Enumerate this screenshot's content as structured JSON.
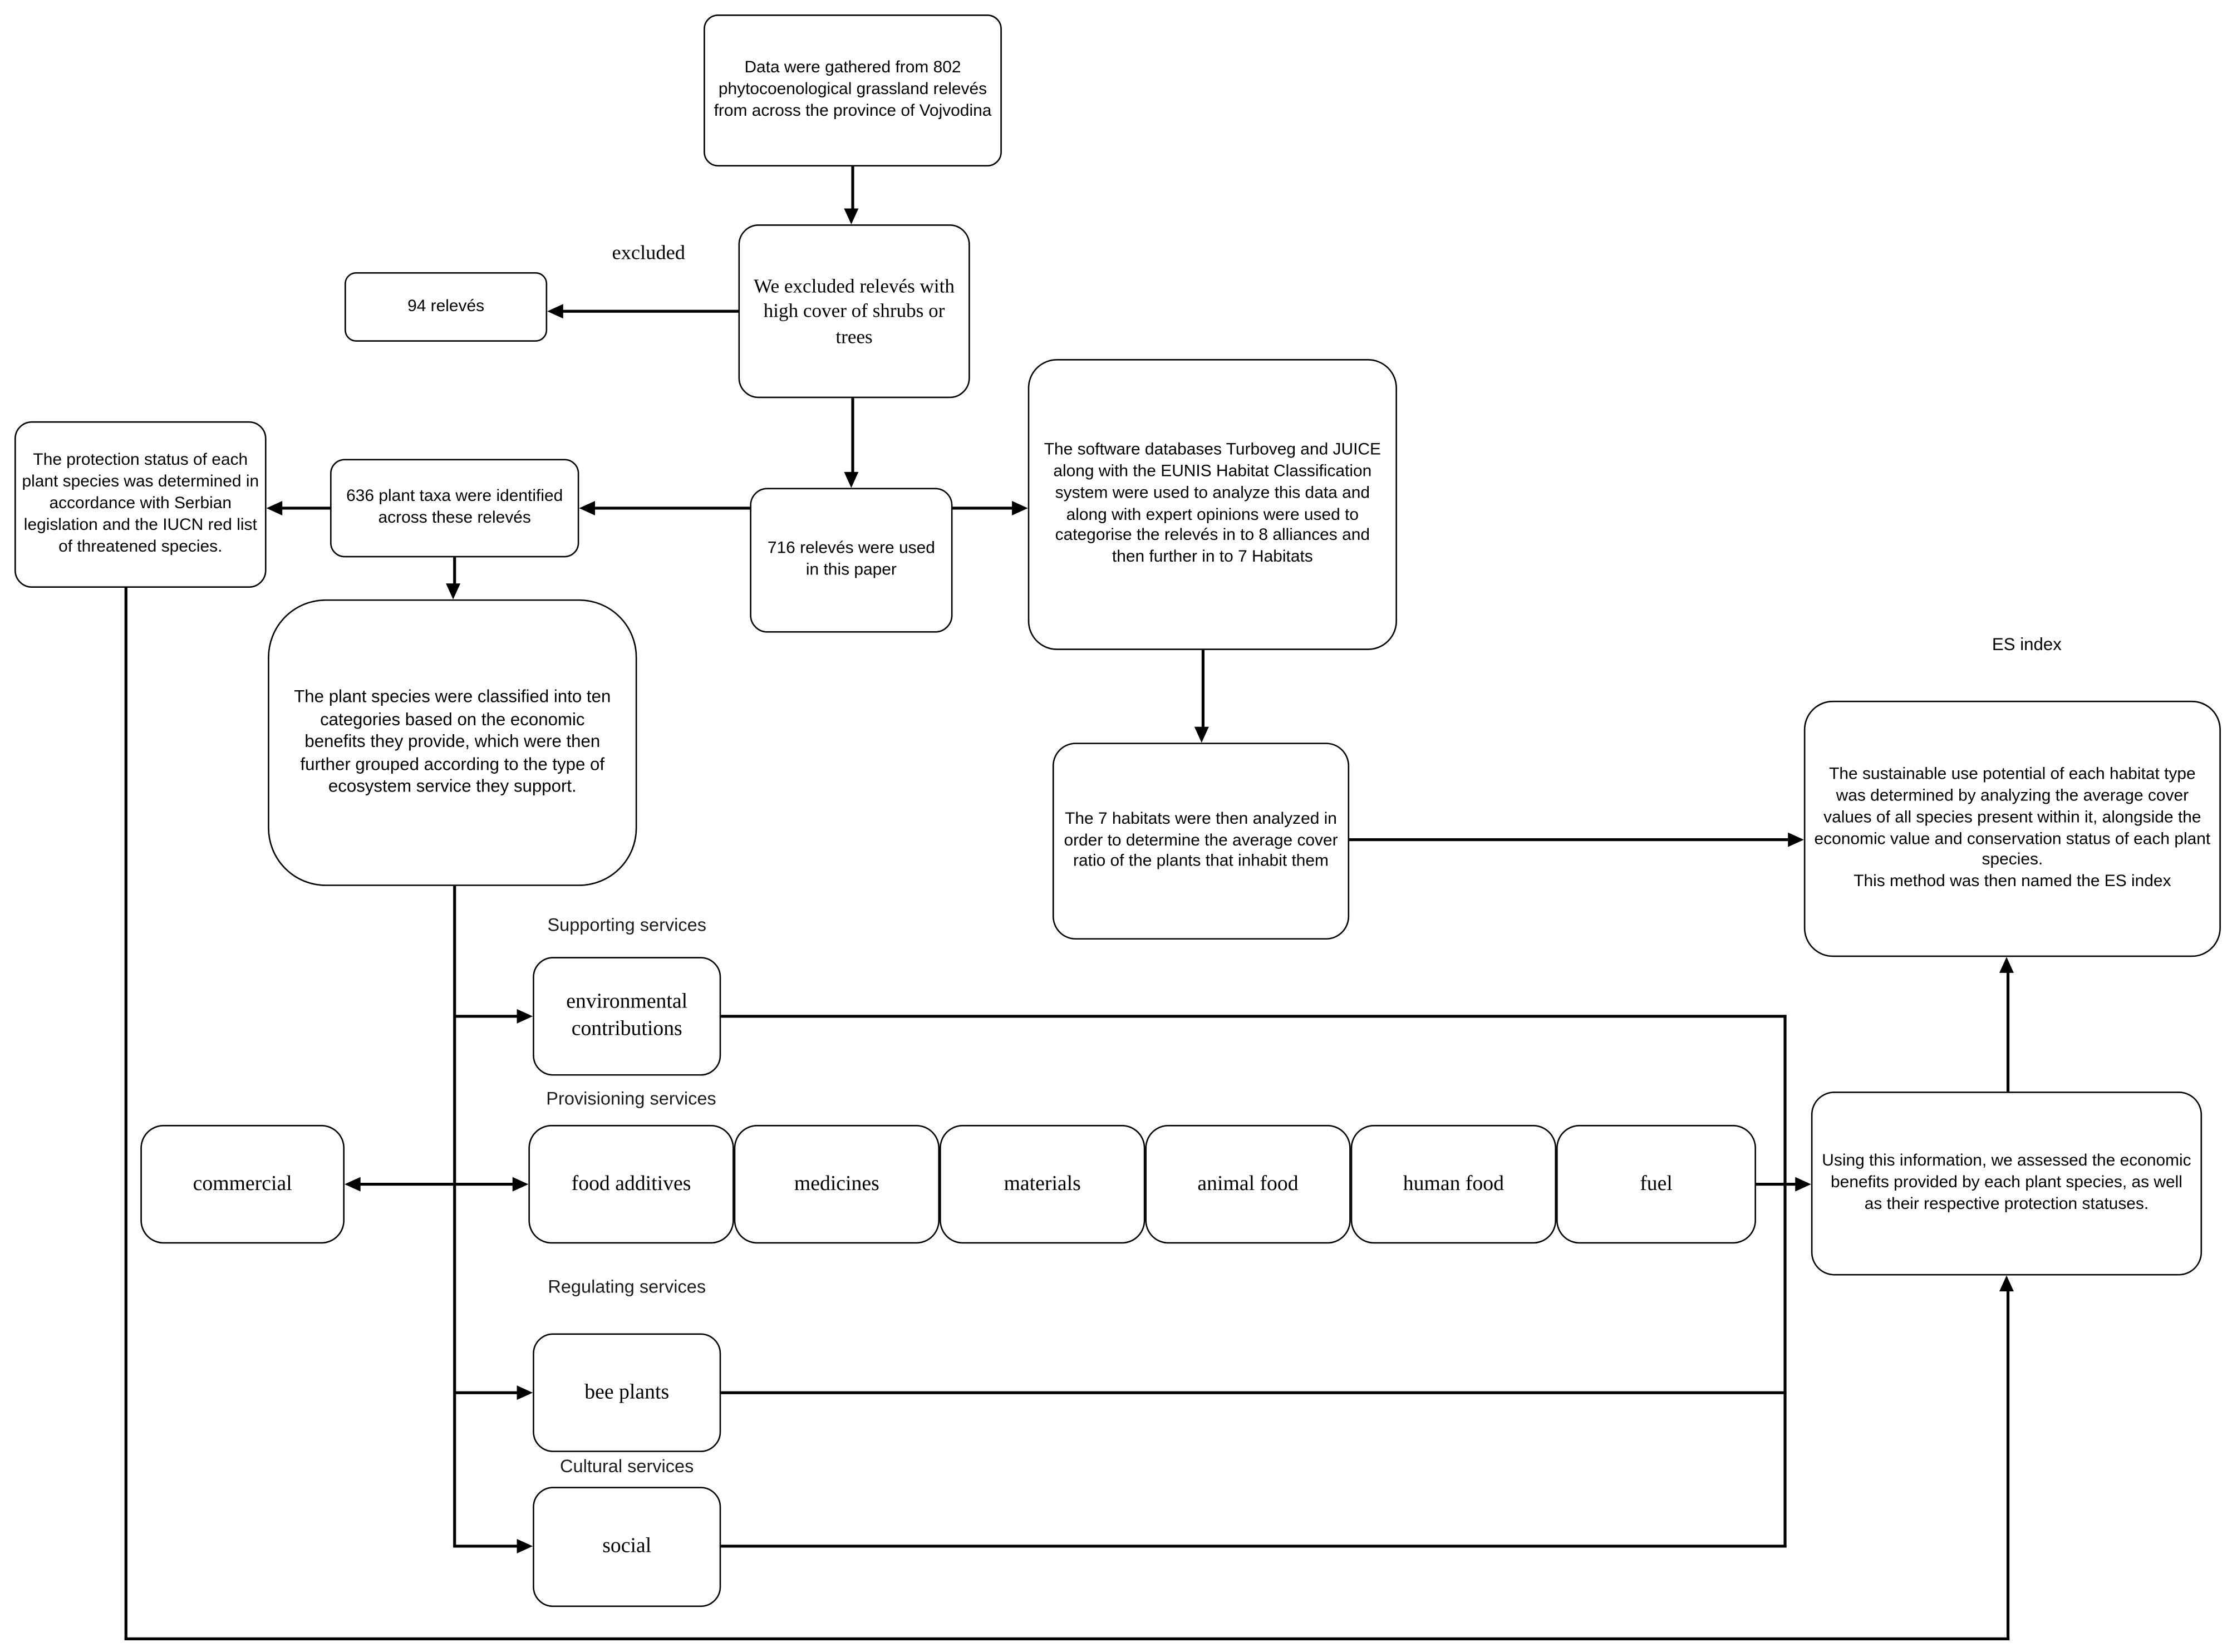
{
  "nodes": {
    "data_gathered": "Data were gathered from 802 phytocoenological grassland relevés from across the province of Vojvodina",
    "excluded_releves": "We excluded relevés with high cover of shrubs or trees",
    "releves_94": "94 relevés",
    "releves_716": "716 relevés  were used in this paper",
    "taxa_636": "636 plant taxa were identified across these relevés",
    "protection_status": "The protection status of each plant species was determined in accordance with Serbian legislation and the IUCN red list of threatened species.",
    "software_databases": "The software databases Turboveg and JUICE along with the EUNIS Habitat Classification system were used to analyze this data and along with expert opinions were used to categorise the relevés in to 8 alliances and then further in to 7 Habitats",
    "classification": "The plant species were classified into ten categories based on the economic benefits they provide, which were then further grouped according to the type of ecosystem service they support.",
    "habitats_7": "The 7 habitats were then analyzed in order to determine the average cover ratio of the plants that inhabit them",
    "es_box_line1": "The sustainable use potential of each habitat type was determined by analyzing the average cover values of all species present within it, alongside the economic value and conservation status of each plant species.",
    "es_box_line2": "This method was then named the ES index",
    "using_info": "Using this information, we assessed the economic benefits provided by each plant species, as well as their respective protection statuses.",
    "environmental": "environmental contributions",
    "commercial": "commercial",
    "food_additives": "food additives",
    "medicines": "medicines",
    "materials": "materials",
    "animal_food": "animal food",
    "human_food": "human food",
    "fuel": "fuel",
    "bee_plants": "bee plants",
    "social": "social"
  },
  "labels": {
    "excluded": "excluded",
    "es_index": "ES index",
    "supporting": "Supporting services",
    "provisioning": "Provisioning services",
    "regulating": "Regulating services",
    "cultural": "Cultural services"
  },
  "colors": {
    "line": "#000000",
    "background": "#ffffff"
  }
}
